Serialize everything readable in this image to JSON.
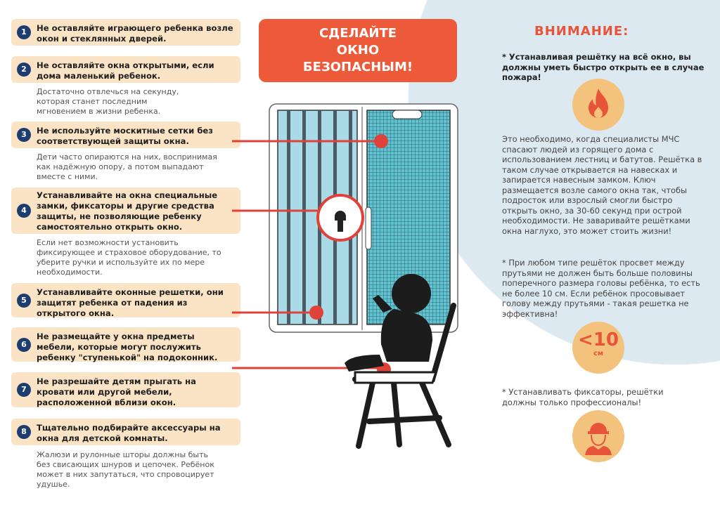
{
  "title": {
    "line1": "СДЕЛАЙТЕ",
    "line2": "ОКНО",
    "line3": "БЕЗОПАСНЫМ!"
  },
  "tips": [
    {
      "num": "1",
      "text": "Не оставляйте играющего ребенка возле окон и стеклянных дверей.",
      "note": ""
    },
    {
      "num": "2",
      "text": "Не оставляйте окна открытыми, если дома маленький ребенок.",
      "note": "Достаточно отвлечься на секунду, которая станет последним мгновением в жизни ребенка."
    },
    {
      "num": "3",
      "text": "Не используйте москитные сетки без соответствующей защиты окна.",
      "note": "Дети часто опираются на них, воспринимая как надёжную опору, а потом выпадают вместе с ними."
    },
    {
      "num": "4",
      "text": "Устанавливайте на окна специальные замки, фиксаторы и другие средства защиты, не позволяющие ребенку самостоятельно открыть окно.",
      "note": "Если нет возможности установить фиксирующее и страховое оборудование, то уберите ручки и используйте их по мере необходимости."
    },
    {
      "num": "5",
      "text": "Устанавливайте оконные решетки, они защитят ребенка от падения из открытого окна.",
      "note": ""
    },
    {
      "num": "6",
      "text": "Не размещайте у окна предметы мебели, которые могут послужить ребенку \"ступенькой\" на подоконник.",
      "note": ""
    },
    {
      "num": "7",
      "text": "Не разрешайте детям прыгать на кровати или другой мебели, расположенной вблизи окон.",
      "note": ""
    },
    {
      "num": "8",
      "text": "Тщательно подбирайте аксессуары на окна для детской комнаты.",
      "note": "Жалюзи и рулонные шторы должны быть без свисающих шнуров и цепочек. Ребёнок может в них запутаться, что спровоцирует удушье."
    }
  ],
  "attention": {
    "heading": "ВНИМАНИЕ:",
    "p1": "* Устанавливая решётку на всё окно, вы должны уметь быстро открыть ее в случае пожара!",
    "p2": "Это необходимо, когда специалисты МЧС спасают людей из горящего дома с использованием лестниц и батутов. Решётка в таком случае открывается на навесках и запирается навесным замком. Ключ размещается возле самого окна так, чтобы подросток или взрослый смогли быстро открыть окно, за 30-60 секунд при острой необходимости. Не заваривайте решётками окна наглухо, это может стоить жизни!",
    "p3": "* При любом типе решёток просвет между прутьями не должен быть больше половины поперечного размера головы ребёнка, то есть не более 10 см. Если ребёнок просовывает голову между прутьями - такая решетка не эффективна!",
    "badge_value": "<10",
    "badge_unit": "см",
    "p4": "* Устанавливать фиксаторы, решётки должны только профессионалы!"
  },
  "colors": {
    "accent": "#ec5a3a",
    "navy": "#1d3d70",
    "beige": "#fbe3c6",
    "lightblue": "#dde9f0",
    "icon_bg": "#f3c27d"
  }
}
